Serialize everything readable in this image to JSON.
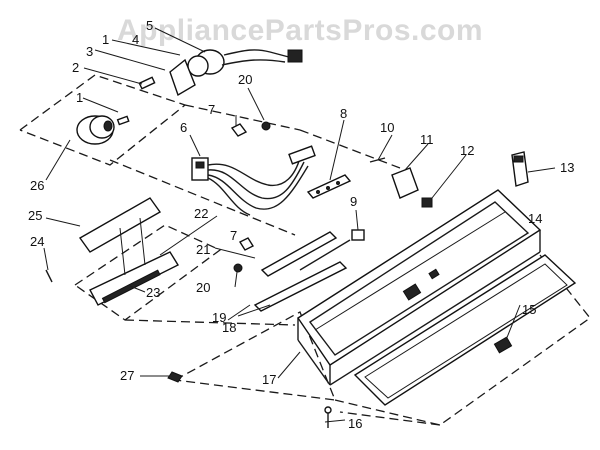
{
  "watermark": "AppliancePartsPros.com",
  "callouts": {
    "c1a": "1",
    "c1b": "1",
    "c2": "2",
    "c3": "3",
    "c4": "4",
    "c5": "5",
    "c6": "6",
    "c7a": "7",
    "c7b": "7",
    "c8": "8",
    "c9": "9",
    "c10": "10",
    "c11": "11",
    "c12": "12",
    "c13": "13",
    "c14": "14",
    "c15": "15",
    "c16": "16",
    "c17": "17",
    "c18": "18",
    "c19": "19",
    "c20a": "20",
    "c20b": "20",
    "c21": "21",
    "c22": "22",
    "c23": "23",
    "c24": "24",
    "c25": "25",
    "c26": "26",
    "c27": "27"
  }
}
